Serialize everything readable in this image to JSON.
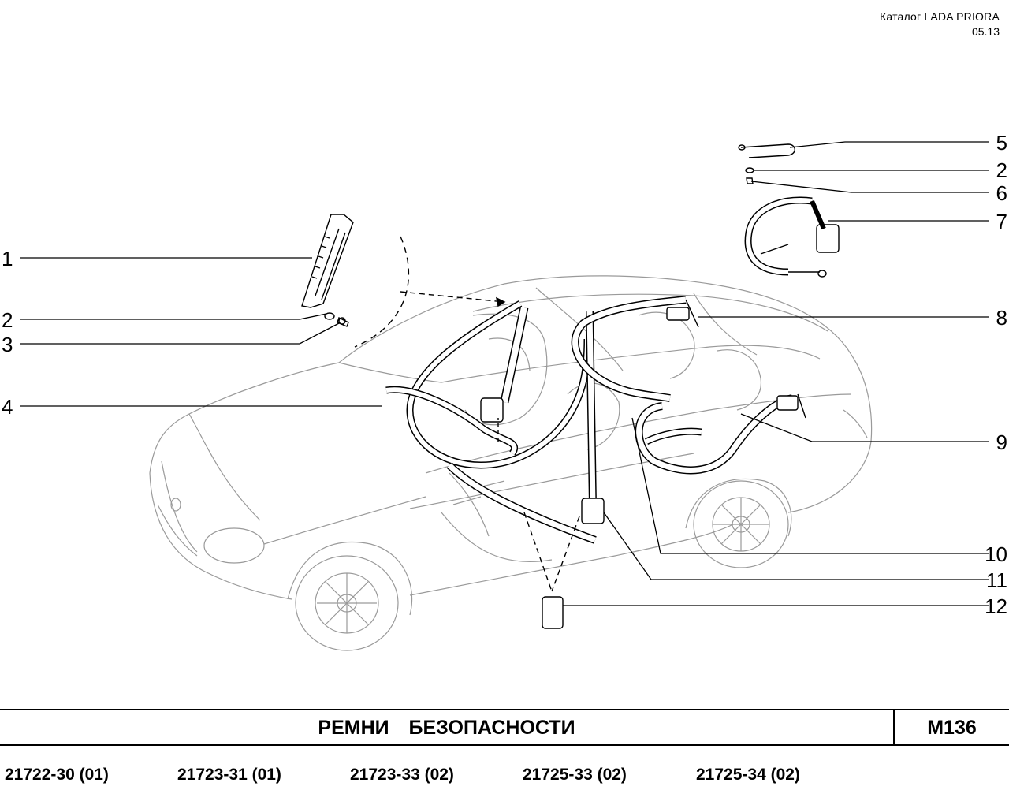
{
  "header": {
    "catalog": "Каталог  LADA  PRIORA",
    "date": "05.13"
  },
  "callouts": {
    "c1": "1",
    "c2a": "2",
    "c3": "3",
    "c4": "4",
    "c5": "5",
    "c2b": "2",
    "c6": "6",
    "c7": "7",
    "c8": "8",
    "c9": "9",
    "c10": "10",
    "c11": "11",
    "c12": "12"
  },
  "footer": {
    "title": "РЕМНИ   БЕЗОПАСНОСТИ",
    "code": "M136",
    "models": [
      "21722-30 (01)",
      "21723-31 (01)",
      "21723-33 (02)",
      "21725-33 (02)",
      "21725-34 (02)"
    ]
  }
}
